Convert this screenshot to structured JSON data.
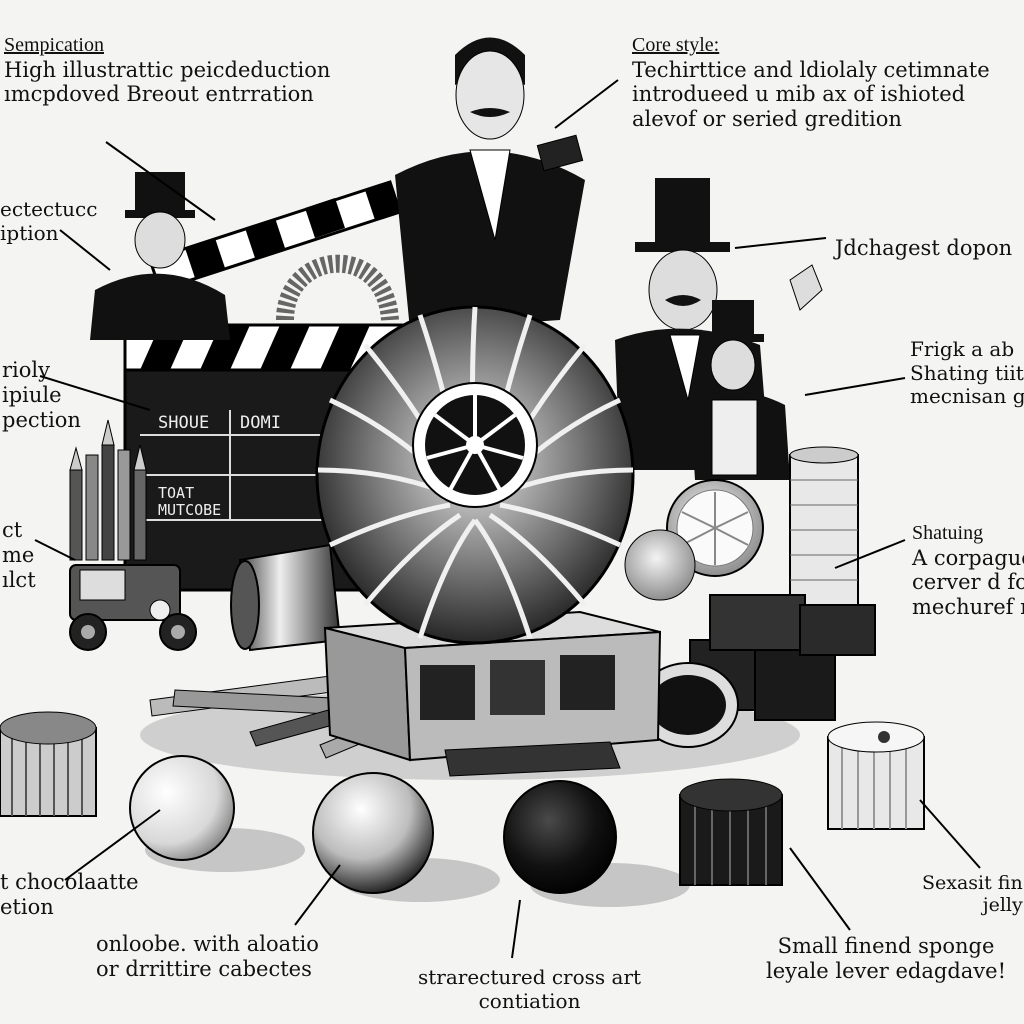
{
  "annotations": {
    "sempl": {
      "title": "Sempication",
      "lines": [
        "High illustrattic peicdeduction",
        "ımcpdoved Breout entrration"
      ]
    },
    "core": {
      "title": "Core style:",
      "lines": [
        "Techirttice and ldiolaly cetimnate",
        "introdueed u mib ax of ishioted",
        "alevof or seried gredition"
      ]
    },
    "tect": {
      "lines": [
        "ectectucc",
        "iption"
      ]
    },
    "jdch": {
      "lines": [
        "Jdchagest dopon"
      ]
    },
    "sriolj": {
      "lines": [
        "rioly",
        "ipiule",
        "pection"
      ]
    },
    "frigk": {
      "lines": [
        "Frigk a ab",
        "Shating tiit",
        "mecnisan g"
      ]
    },
    "ct": {
      "lines": [
        "ct",
        "me",
        "ılct"
      ]
    },
    "shat2": {
      "title": "Shatuing",
      "lines": [
        "A corpaguel",
        "cerver d fo",
        "mechuref ro"
      ]
    },
    "choc": {
      "lines": [
        "t chocolaatte",
        "etion"
      ]
    },
    "sexa": {
      "lines": [
        "Sexasit fin",
        "jelly"
      ]
    },
    "onl": {
      "lines": [
        "onloobe.  with aloatio",
        "or drrittire cabectes"
      ]
    },
    "strn": {
      "lines": [
        "strarectured cross  art",
        "contiation"
      ]
    },
    "small": {
      "lines": [
        "Small finend sponge",
        "leyale lever edagdave!"
      ]
    }
  },
  "props": {
    "clapperboard": [
      "SHOUE",
      "DOMI",
      "TOAT",
      "MUTCOBE"
    ]
  }
}
